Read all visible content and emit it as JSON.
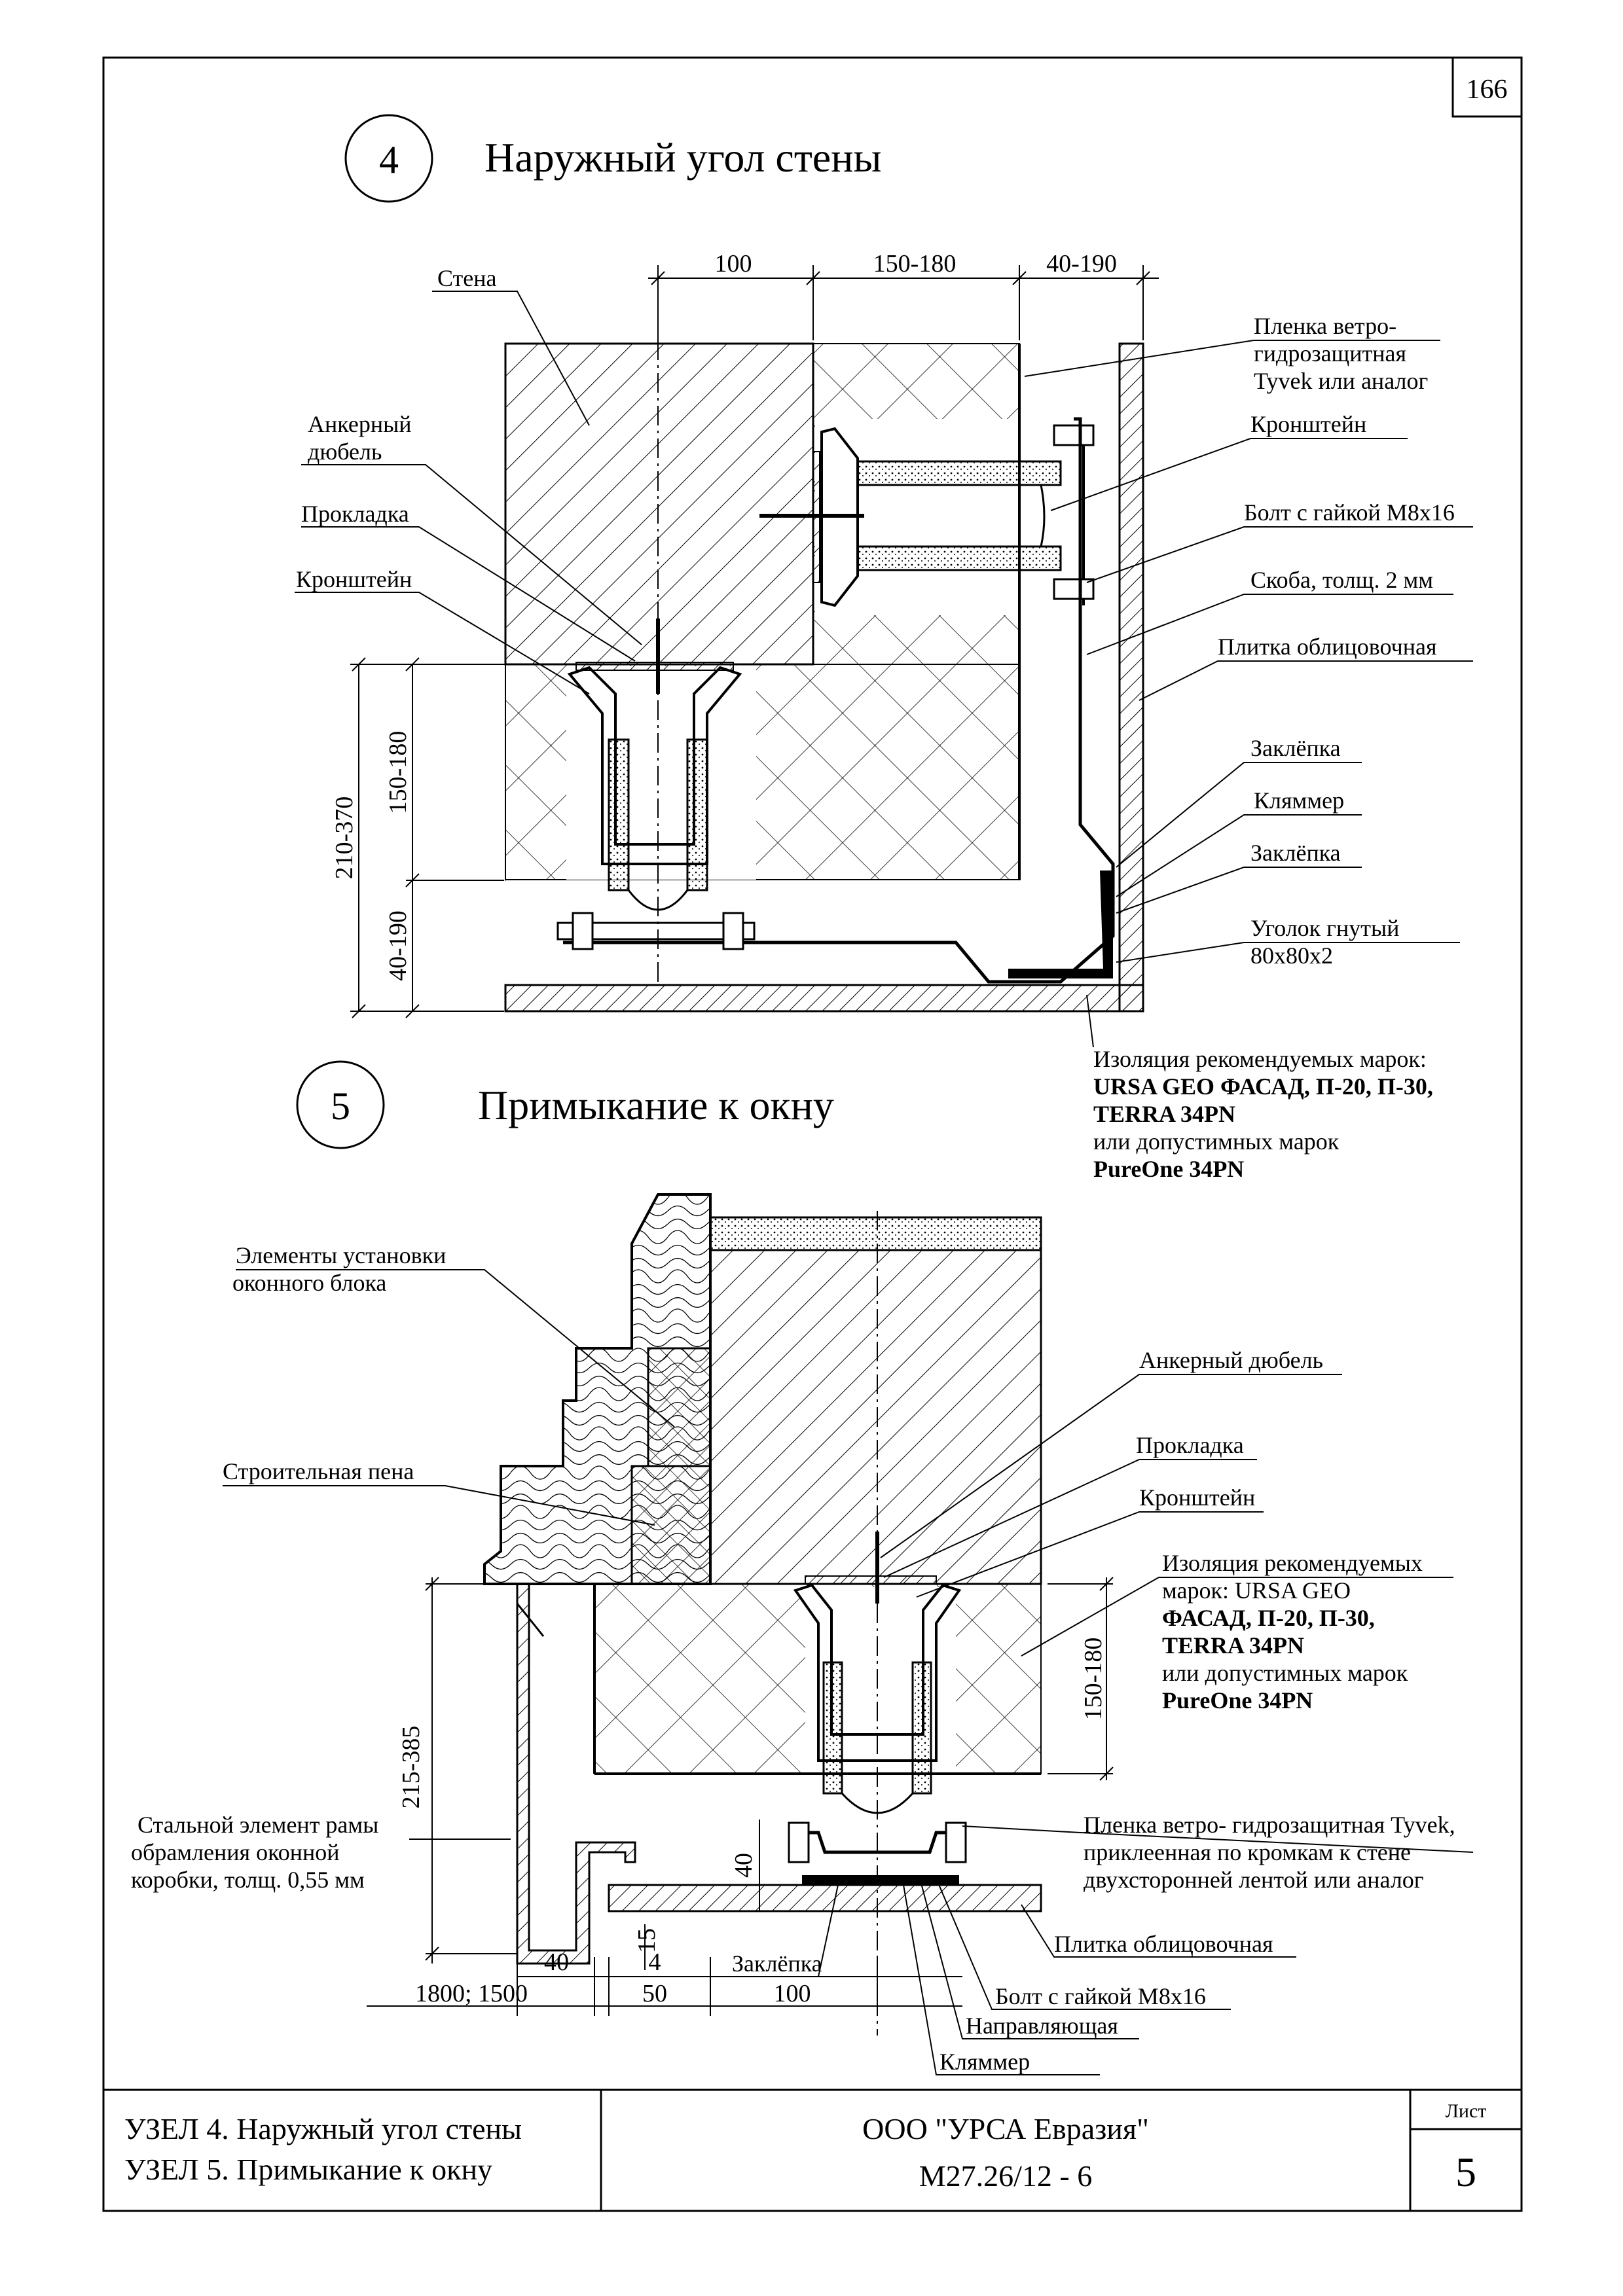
{
  "page_number": "166",
  "node4": {
    "number": "4",
    "title": "Наружный угол стены",
    "dims_top": [
      "100",
      "150-180",
      "40-190"
    ],
    "dims_left": [
      "210-370",
      "150-180",
      "40-190"
    ],
    "labels": {
      "wall": "Стена",
      "anchor_1": "Анкерный",
      "anchor_2": "дюбель",
      "gasket": "Прокладка",
      "bracket_left": "Кронштейн",
      "film_1": "Пленка ветро-",
      "film_2": "гидрозащитная",
      "film_3": "Tyvek или аналог",
      "bracket_right": "Кронштейн",
      "bolt": "Болт с гайкой М8х16",
      "clip": "Скоба, толщ. 2 мм",
      "tile": "Плитка облицовочная",
      "rivet_1": "Заклёпка",
      "clamp": "Кляммер",
      "rivet_2": "Заклёпка",
      "angle_1": "Уголок гнутый",
      "angle_2": "80х80х2",
      "ins_1": "Изоляция рекомендуемых марок:",
      "ins_2": "URSA GEO ФАСАД, П-20, П-30,",
      "ins_3": "TERRA 34PN",
      "ins_4": "или допустимных марок",
      "ins_5": "PureOne 34PN"
    }
  },
  "node5": {
    "number": "5",
    "title": "Примыкание к окну",
    "dims": {
      "d215": "215-385",
      "d150": "150-180",
      "d40v": "40",
      "d15": "15",
      "d40h": "40",
      "d4": "4",
      "d1800": "1800; 1500",
      "d50": "50",
      "d100": "100"
    },
    "labels": {
      "win_1": "Элементы установки",
      "win_2": "оконного блока",
      "foam": "Строительная пена",
      "anchor": "Анкерный дюбель",
      "gasket": "Прокладка",
      "bracket": "Кронштейн",
      "ins_1": "Изоляция рекомендуемых",
      "ins_2": "марок: URSA GEO",
      "ins_3": "ФАСАД, П-20, П-30,",
      "ins_4": "TERRA 34PN",
      "ins_5": "или допустимных марок",
      "ins_6": "PureOne 34PN",
      "film_1": "Пленка ветро- гидрозащитная Tyvek,",
      "film_2": "приклеенная по кромкам к стене",
      "film_3": "двухсторонней лентой или аналог",
      "steel_1": "Стальной элемент рамы",
      "steel_2": "обрамления оконной",
      "steel_3": "коробки, толщ. 0,55 мм",
      "tile": "Плитка облицовочная",
      "rivet": "Заклёпка",
      "bolt": "Болт с гайкой М8х16",
      "guide": "Направляющая",
      "clamp": "Кляммер"
    }
  },
  "title_block": {
    "left_1": "УЗЕЛ 4. Наружный угол стены",
    "left_2": "УЗЕЛ 5. Примыкание к окну",
    "center_1": "ООО \"УРСА Евразия\"",
    "center_2": "М27.26/12 - 6",
    "sheet_label": "Лист",
    "sheet_number": "5"
  }
}
